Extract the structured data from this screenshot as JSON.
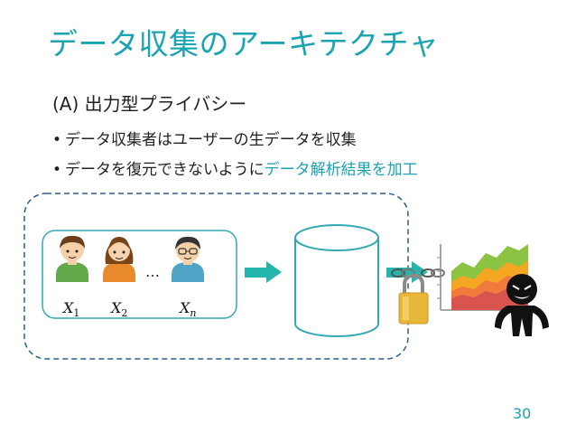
{
  "slide": {
    "title": "データ収集のアーキテクチャ",
    "subtitle": "(A) 出力型プライバシー",
    "bullets": [
      {
        "marker": "•",
        "text": "データ収集者はユーザーの生データを収集",
        "highlight": ""
      },
      {
        "marker": "•",
        "text": "データを復元できないように",
        "highlight": "データ解析結果を加工"
      }
    ],
    "page_number": "30"
  },
  "diagram": {
    "users": [
      {
        "label": "X",
        "sub": "1"
      },
      {
        "label": "X",
        "sub": "2"
      },
      {
        "label": "X",
        "sub": "n"
      }
    ],
    "ellipsis": "…",
    "colors": {
      "accent": "#1aa3b0",
      "arrow": "#24b5ad",
      "lock": "#e8b739"
    }
  }
}
